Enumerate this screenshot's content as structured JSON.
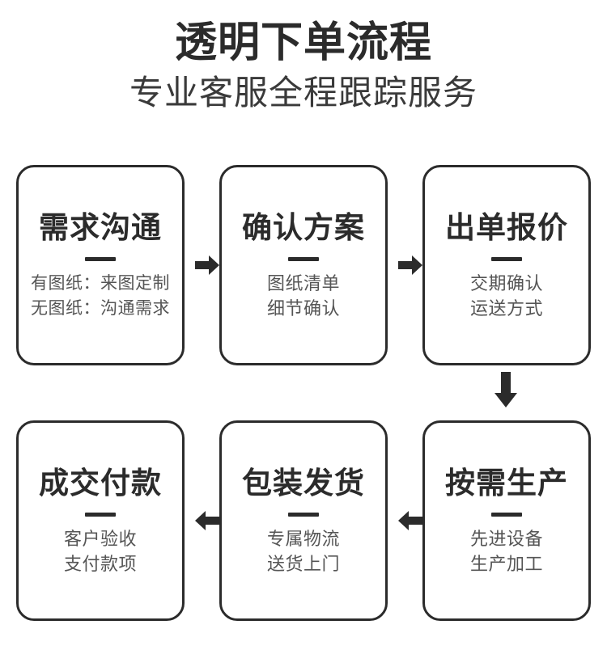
{
  "header": {
    "title": "透明下单流程",
    "subtitle": "专业客服全程跟踪服务"
  },
  "flow": {
    "steps": [
      {
        "id": "step-1",
        "title": "需求沟通",
        "lines": [
          "有图纸：来图定制",
          "无图纸：沟通需求"
        ]
      },
      {
        "id": "step-2",
        "title": "确认方案",
        "lines": [
          "图纸清单",
          "细节确认"
        ]
      },
      {
        "id": "step-3",
        "title": "出单报价",
        "lines": [
          "交期确认",
          "运送方式"
        ]
      },
      {
        "id": "step-4",
        "title": "按需生产",
        "lines": [
          "先进设备",
          "生产加工"
        ]
      },
      {
        "id": "step-5",
        "title": "包装发货",
        "lines": [
          "专属物流",
          "送货上门"
        ]
      },
      {
        "id": "step-6",
        "title": "成交付款",
        "lines": [
          "客户验收",
          "支付款项"
        ]
      }
    ],
    "connectors": [
      {
        "id": "connector-1",
        "icon": "arrow-right-icon",
        "from": "step-1",
        "to": "step-2"
      },
      {
        "id": "connector-2",
        "icon": "arrow-right-icon",
        "from": "step-2",
        "to": "step-3"
      },
      {
        "id": "connector-3",
        "icon": "arrow-down-icon",
        "from": "step-3",
        "to": "step-4"
      },
      {
        "id": "connector-4",
        "icon": "arrow-left-icon",
        "from": "step-4",
        "to": "step-5"
      },
      {
        "id": "connector-5",
        "icon": "arrow-left-icon",
        "from": "step-5",
        "to": "step-6"
      }
    ]
  },
  "colors": {
    "text_primary": "#2b2b2b",
    "text_secondary": "#555555",
    "border": "#2b2b2b",
    "background": "#ffffff"
  }
}
